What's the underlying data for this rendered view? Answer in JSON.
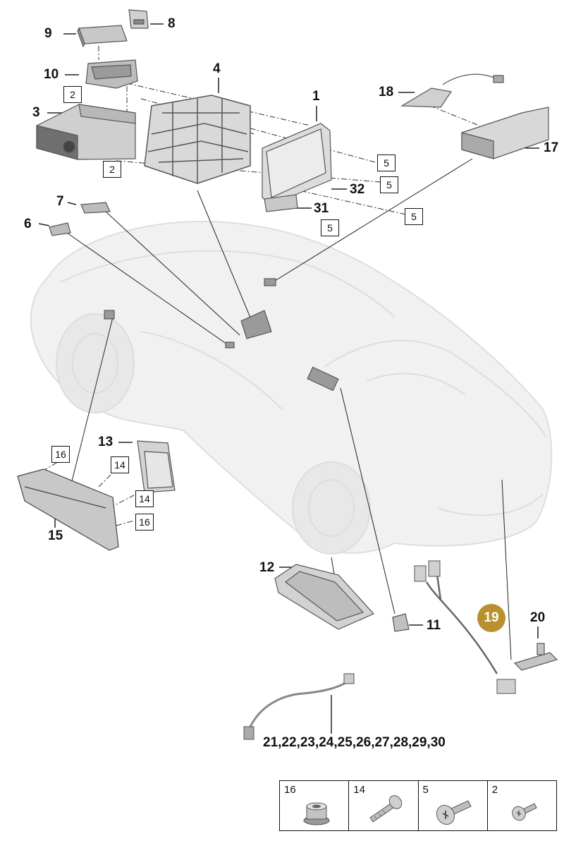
{
  "callouts": {
    "c1": "1",
    "c3": "3",
    "c4": "4",
    "c6": "6",
    "c7": "7",
    "c8": "8",
    "c9": "9",
    "c10": "10",
    "c11": "11",
    "c12": "12",
    "c13": "13",
    "c15": "15",
    "c17": "17",
    "c18": "18",
    "c19": "19",
    "c20": "20",
    "c21": "21,22,23,24,25,26,27,28,29,30",
    "c31": "31",
    "c32": "32"
  },
  "boxed_refs": {
    "b2a": "2",
    "b2b": "2",
    "b5a": "5",
    "b5b": "5",
    "b5c": "5",
    "b5d": "5",
    "b16a": "16",
    "b16b": "16",
    "b14a": "14",
    "b14b": "14"
  },
  "legend": [
    {
      "num": "16",
      "icon": "flange-nut-icon"
    },
    {
      "num": "14",
      "icon": "torx-bolt-icon"
    },
    {
      "num": "5",
      "icon": "torx-bolt-large-icon"
    },
    {
      "num": "2",
      "icon": "torx-screw-icon"
    }
  ],
  "colors": {
    "highlight": "#b8912e",
    "car": "#ececec",
    "parts": "#8e8e8e"
  }
}
